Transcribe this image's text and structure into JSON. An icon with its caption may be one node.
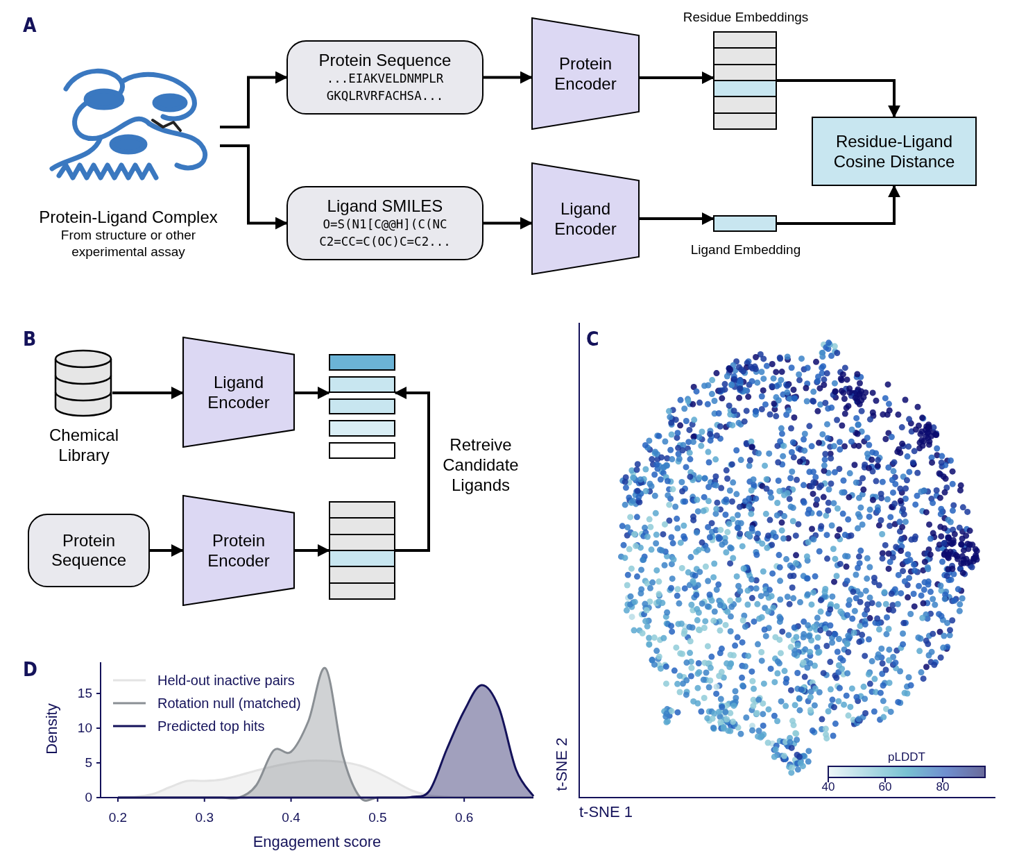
{
  "diagram": {
    "nodes": [
      {
        "text": [],
        "shape": "picture",
        "beside": [
          "Protein-Ligand Complex",
          "From structure or other experimental assay"
        ]
      },
      {
        "text": [
          "Protein Sequence",
          "...EIAKVELDNMPLR GKQLRVRFACHSA..."
        ]
      },
      {
        "text": [
          "Ligand SMILES",
          "O=S(N1[C@@H](C(NC C2=CC=C(OC)C=C2..."
        ]
      },
      {
        "text": [
          "Protein Encoder"
        ]
      },
      {
        "text": [
          "Ligand Encoder"
        ]
      },
      {
        "text": [],
        "shape": "bar",
        "beside": [
          "Residue Embeddings"
        ]
      },
      {
        "text": [],
        "shape": "bar",
        "beside": [
          "Ligand Embedding"
        ]
      },
      {
        "text": [
          "Residue-Ligand Cosine Distance"
        ]
      },
      {
        "text": [],
        "shape": "cylinder",
        "beside": [
          "Chemical Library"
        ]
      },
      {
        "text": [
          "Ligand Encoder"
        ]
      },
      {
        "text": [],
        "shape": "bar"
      },
      {
        "text": [
          "Protein Sequence"
        ]
      },
      {
        "text": [
          "Protein Encoder"
        ]
      },
      {
        "text": [],
        "shape": "bar"
      }
    ],
    "edges": [
      {
        "from": 0,
        "to": 1,
        "arrow": "to"
      },
      {
        "from": 0,
        "to": 2,
        "arrow": "to"
      },
      {
        "from": 1,
        "to": 3,
        "arrow": "to"
      },
      {
        "from": 2,
        "to": 4,
        "arrow": "to"
      },
      {
        "from": 3,
        "to": 5,
        "arrow": "to"
      },
      {
        "from": 4,
        "to": 6,
        "arrow": "to"
      },
      {
        "from": 5,
        "to": 7,
        "arrow": "to"
      },
      {
        "from": 6,
        "to": 7,
        "arrow": "to"
      },
      {
        "from": 8,
        "to": 9,
        "arrow": "to"
      },
      {
        "from": 9,
        "to": 10,
        "arrow": "to"
      },
      {
        "from": 11,
        "to": 12,
        "arrow": "to"
      },
      {
        "from": 12,
        "to": 13,
        "arrow": "to"
      },
      {
        "from": 13,
        "to": 10,
        "arrow": "to",
        "label": "Retreive Candidate Ligands"
      }
    ],
    "labels": [
      "A",
      "B",
      "C",
      "D",
      "t-SNE 2",
      "t-SNE 1",
      "pLDDT",
      "40",
      "60",
      "80"
    ],
    "chart_data": {
      "type": "area",
      "xlabel": "Engagement score",
      "ylabel": "Density",
      "x": [
        0.2,
        0.22,
        0.24,
        0.26,
        0.28,
        0.3,
        0.32,
        0.34,
        0.36,
        0.38,
        0.4,
        0.42,
        0.44,
        0.46,
        0.48,
        0.5,
        0.52,
        0.54,
        0.56,
        0.58,
        0.6,
        0.62,
        0.64,
        0.66,
        0.68
      ],
      "series": [
        {
          "name": "Held-out inactive pairs",
          "color": "#e3e3e3",
          "values": [
            0,
            0.1,
            0.5,
            1.5,
            2.4,
            2.4,
            2.6,
            3.2,
            3.9,
            4.5,
            5.0,
            5.3,
            5.3,
            5.1,
            4.6,
            3.6,
            2.3,
            1.0,
            0.3,
            0.1,
            0,
            0,
            0,
            0,
            0
          ]
        },
        {
          "name": "Rotation null (matched)",
          "color": "#8a8f94",
          "values": [
            0,
            0,
            0,
            0,
            0,
            0,
            0,
            0,
            1.8,
            6.8,
            6.6,
            11,
            18.6,
            6,
            0,
            0,
            0,
            0,
            0,
            0,
            0,
            0,
            0,
            0,
            0
          ]
        },
        {
          "name": "Predicted top hits",
          "color": "#14125a",
          "values": [
            0,
            0,
            0,
            0,
            0,
            0,
            0,
            0,
            0,
            0,
            0,
            0,
            0,
            0,
            0,
            0,
            0,
            0.1,
            1.0,
            7,
            12.5,
            16.2,
            13,
            4,
            0.2
          ]
        }
      ],
      "legend": "upper left",
      "xlim": [
        0.18,
        0.68
      ],
      "ylim": [
        0,
        19.5
      ],
      "xticks": [
        0.2,
        0.3,
        0.4,
        0.5,
        0.6
      ],
      "yticks": [
        0,
        5,
        10,
        15
      ]
    }
  }
}
